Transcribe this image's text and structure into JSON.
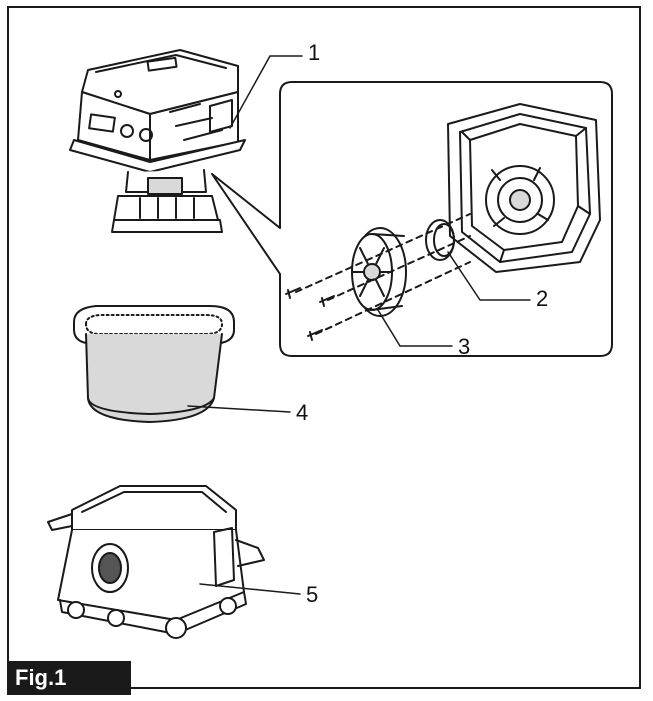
{
  "figure": {
    "label": "Fig.1",
    "callouts": [
      "1",
      "2",
      "3",
      "4",
      "5"
    ],
    "colors": {
      "line": "#1a1a1a",
      "fill": "#ffffff",
      "shade": "#d9d9d9",
      "dark": "#555555"
    }
  }
}
